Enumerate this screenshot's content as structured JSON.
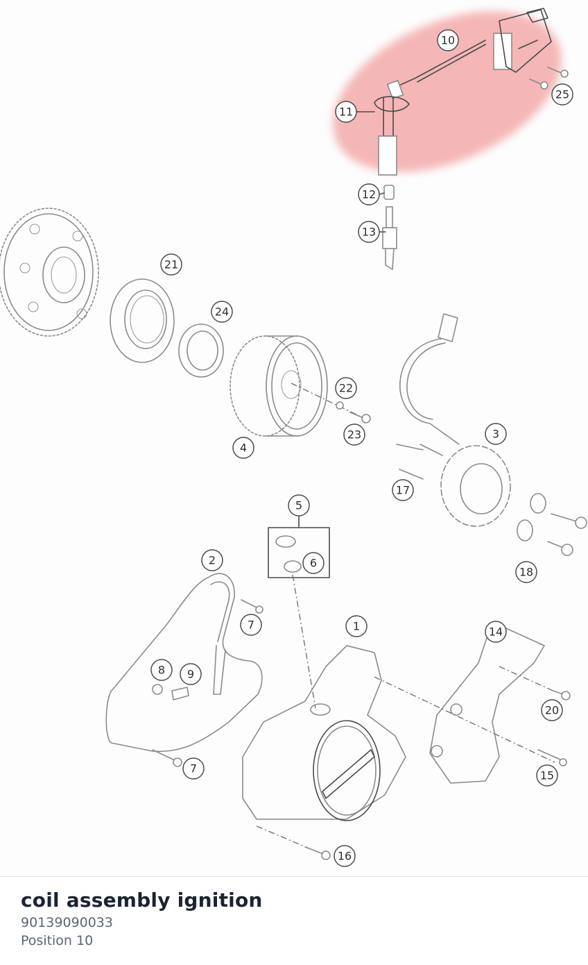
{
  "part": {
    "name": "coil assembly ignition",
    "number": "90139090033",
    "position_label": "Position 10"
  },
  "diagram": {
    "highlight_color": "#f08c8c",
    "callouts": [
      {
        "id": "c1",
        "label": "1"
      },
      {
        "id": "c2",
        "label": "2"
      },
      {
        "id": "c3",
        "label": "3"
      },
      {
        "id": "c4",
        "label": "4"
      },
      {
        "id": "c5",
        "label": "5"
      },
      {
        "id": "c6",
        "label": "6"
      },
      {
        "id": "c7a",
        "label": "7"
      },
      {
        "id": "c7b",
        "label": "7"
      },
      {
        "id": "c8",
        "label": "8"
      },
      {
        "id": "c9",
        "label": "9"
      },
      {
        "id": "c10",
        "label": "10"
      },
      {
        "id": "c11",
        "label": "11"
      },
      {
        "id": "c12",
        "label": "12"
      },
      {
        "id": "c13",
        "label": "13"
      },
      {
        "id": "c14",
        "label": "14"
      },
      {
        "id": "c15",
        "label": "15"
      },
      {
        "id": "c16",
        "label": "16"
      },
      {
        "id": "c17",
        "label": "17"
      },
      {
        "id": "c18",
        "label": "18"
      },
      {
        "id": "c20",
        "label": "20"
      },
      {
        "id": "c21",
        "label": "21"
      },
      {
        "id": "c22",
        "label": "22"
      },
      {
        "id": "c23",
        "label": "23"
      },
      {
        "id": "c24",
        "label": "24"
      },
      {
        "id": "c25",
        "label": "25"
      }
    ]
  }
}
